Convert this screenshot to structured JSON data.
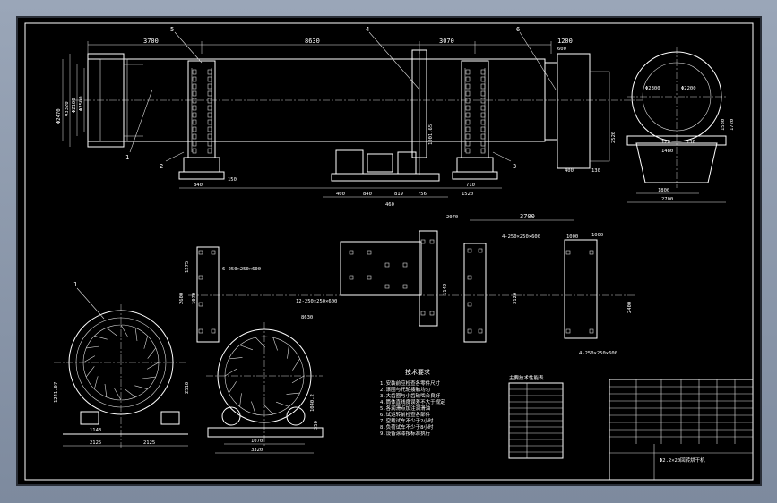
{
  "drawing": {
    "background": "#000000",
    "line_color": "#ffffff",
    "frame_color": "#8a96a8",
    "main_view": {
      "dims_top": [
        "3700",
        "8630",
        "3070",
        "1200",
        "600"
      ],
      "dims_bottom": [
        "840",
        "400",
        "840",
        "819",
        "756",
        "710",
        "1520",
        "460",
        "400",
        "150",
        "130"
      ],
      "dims_left": [
        "Φ2470",
        "Φ3320",
        "Φ2100",
        "Φ2500"
      ],
      "labels": [
        "1",
        "2",
        "3",
        "4",
        "5",
        "6"
      ],
      "dim_vertical": "1001.65"
    },
    "end_view": {
      "dims": [
        "1800",
        "2700",
        "1480",
        "120",
        "130",
        "1530",
        "1720",
        "2520",
        "Φ2300",
        "Φ2200"
      ]
    },
    "foundation": {
      "dims": [
        "3700",
        "1000",
        "2070",
        "8630",
        "3120",
        "1070",
        "2600",
        "1275",
        "1142",
        "2400",
        "1000"
      ],
      "notes": [
        "4-250×250×600",
        "6-250×250×600",
        "12-250×250×600",
        "4-250×250×600"
      ]
    },
    "section_left": {
      "dims": [
        "2125",
        "2125",
        "1143",
        "2510",
        "1241.07",
        "1"
      ]
    },
    "section_right": {
      "dims": [
        "1070",
        "3320",
        "1040.2",
        "350"
      ]
    },
    "tech_notes_title": "技术要求",
    "tech_notes": [
      "1.安装前应检查各零件尺寸",
      "2.滚圈与托轮接触均匀",
      "3.大齿圈与小齿轮啮合良好",
      "4.筒体直线度误差不大于规定",
      "5.各润滑点加注润滑油",
      "6.试运转前检查各部件",
      "7.空载试车不少于2小时",
      "8.负荷试车不少于8小时",
      "9.设备涂漆按标准执行"
    ],
    "spec_table_title": "主要技术性能表",
    "title_block": {
      "name": "Φ2.2×20回转烘干机"
    }
  }
}
